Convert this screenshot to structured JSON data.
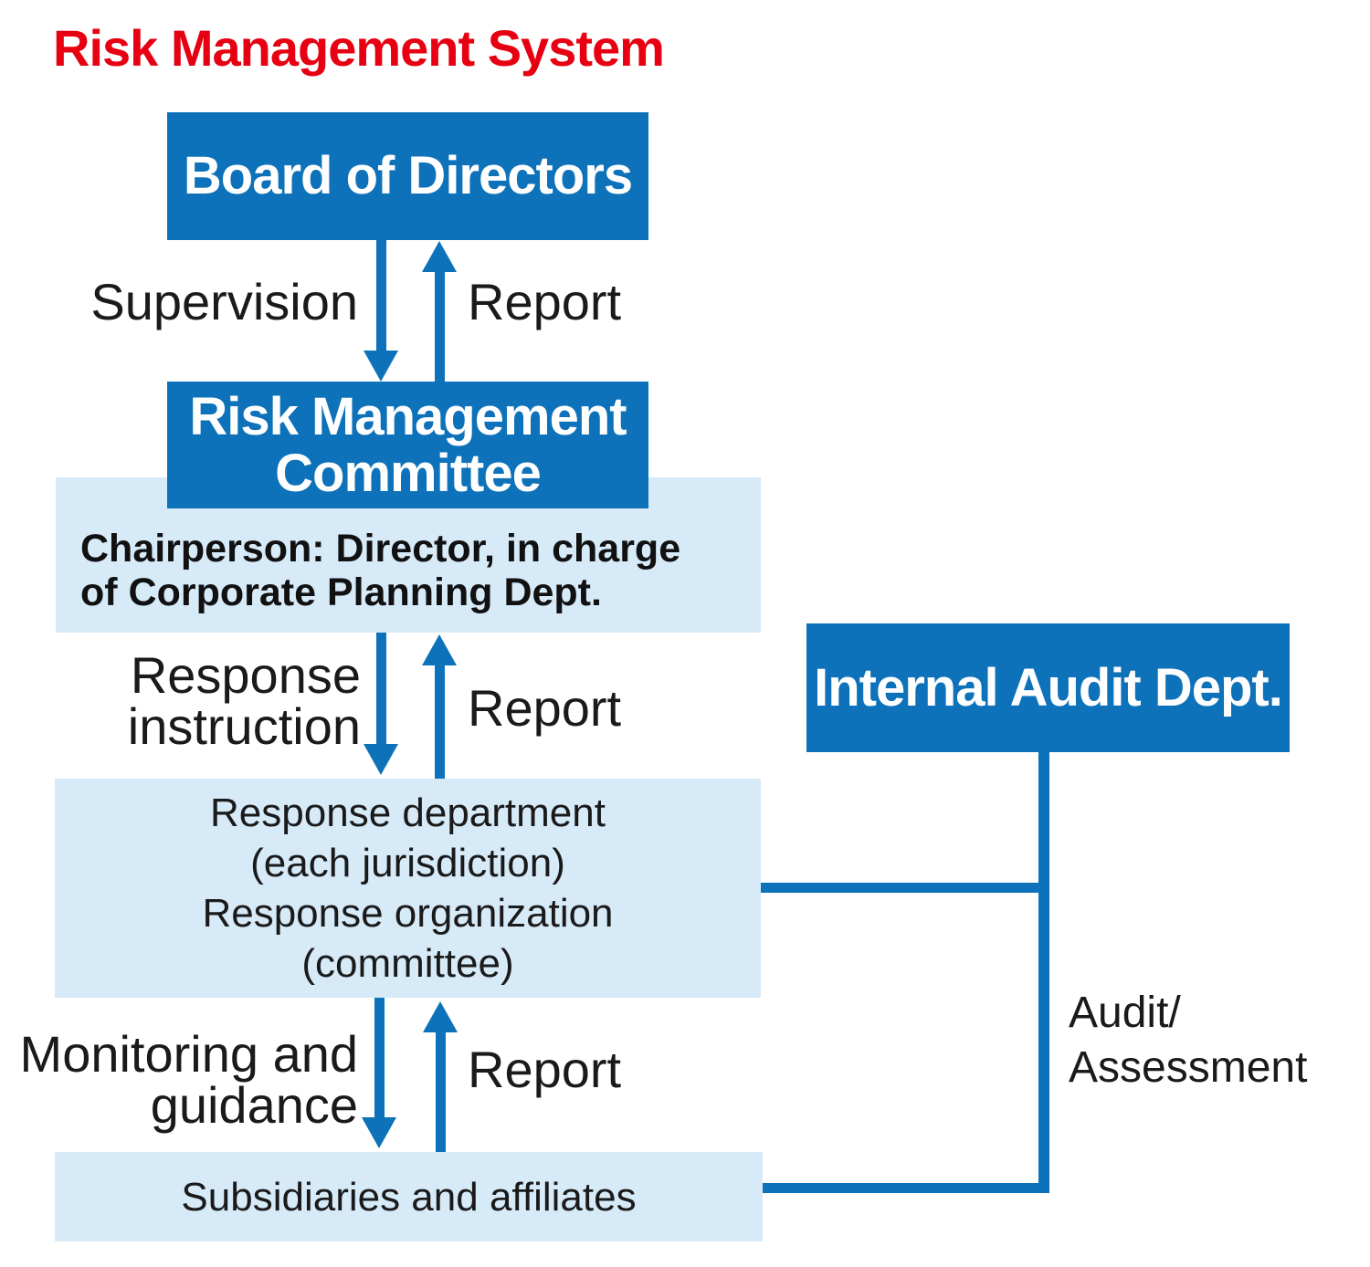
{
  "title": "Risk Management System",
  "colors": {
    "accent_red": "#e60012",
    "box_blue": "#0d72b9",
    "box_light_blue": "#d7eaf8",
    "text_black": "#1a1a1a",
    "text_white": "#ffffff"
  },
  "nodes": {
    "board": "Board of Directors",
    "committee": [
      "Risk Management",
      "Committee"
    ],
    "chairperson": [
      "Chairperson: Director, in charge",
      "of Corporate Planning Dept."
    ],
    "response": [
      "Response department",
      "(each jurisdiction)",
      "Response organization",
      "(committee)"
    ],
    "subsidiaries": "Subsidiaries and affiliates",
    "internal_audit": "Internal Audit Dept."
  },
  "flow_labels": {
    "supervision": "Supervision",
    "report_top": "Report",
    "response_instruction": [
      "Response",
      "instruction"
    ],
    "report_middle": "Report",
    "monitoring": [
      "Monitoring and",
      "guidance"
    ],
    "report_bottom": "Report",
    "audit_assessment": [
      "Audit/",
      "Assessment"
    ]
  }
}
